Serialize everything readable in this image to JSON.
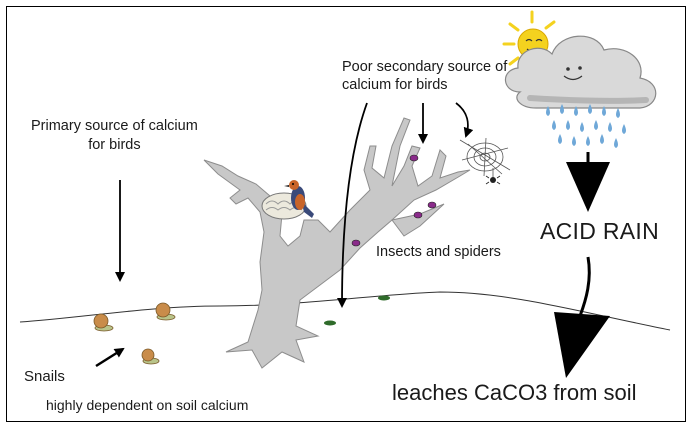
{
  "labels": {
    "primary_line1": "Primary source of calcium",
    "primary_line2": "for birds",
    "poor_line1": "Poor secondary source of",
    "poor_line2": "calcium for birds",
    "insects": "Insects and spiders",
    "snails": "Snails",
    "dependent": "highly dependent on soil calcium",
    "acid_rain": "ACID RAIN",
    "leaches": "leaches CaCO3 from soil"
  },
  "icons": {
    "sun": "sun-icon",
    "cloud": "cloud-icon",
    "rain": "raindrops-icon",
    "tree": "tree-icon",
    "bird": "bird-icon",
    "nest": "nest-icon",
    "spider_web": "spider-web-icon",
    "snail": "snail-icon",
    "insect": "insect-icon"
  },
  "colors": {
    "tree": "#c8c8c8",
    "rain": "#6fa8d8",
    "sun": "#f4d21f",
    "snail_shell": "#c98c4a",
    "insect": "#8a2b8a",
    "bird_back": "#3a4a7a",
    "bird_breast": "#c8642a"
  }
}
